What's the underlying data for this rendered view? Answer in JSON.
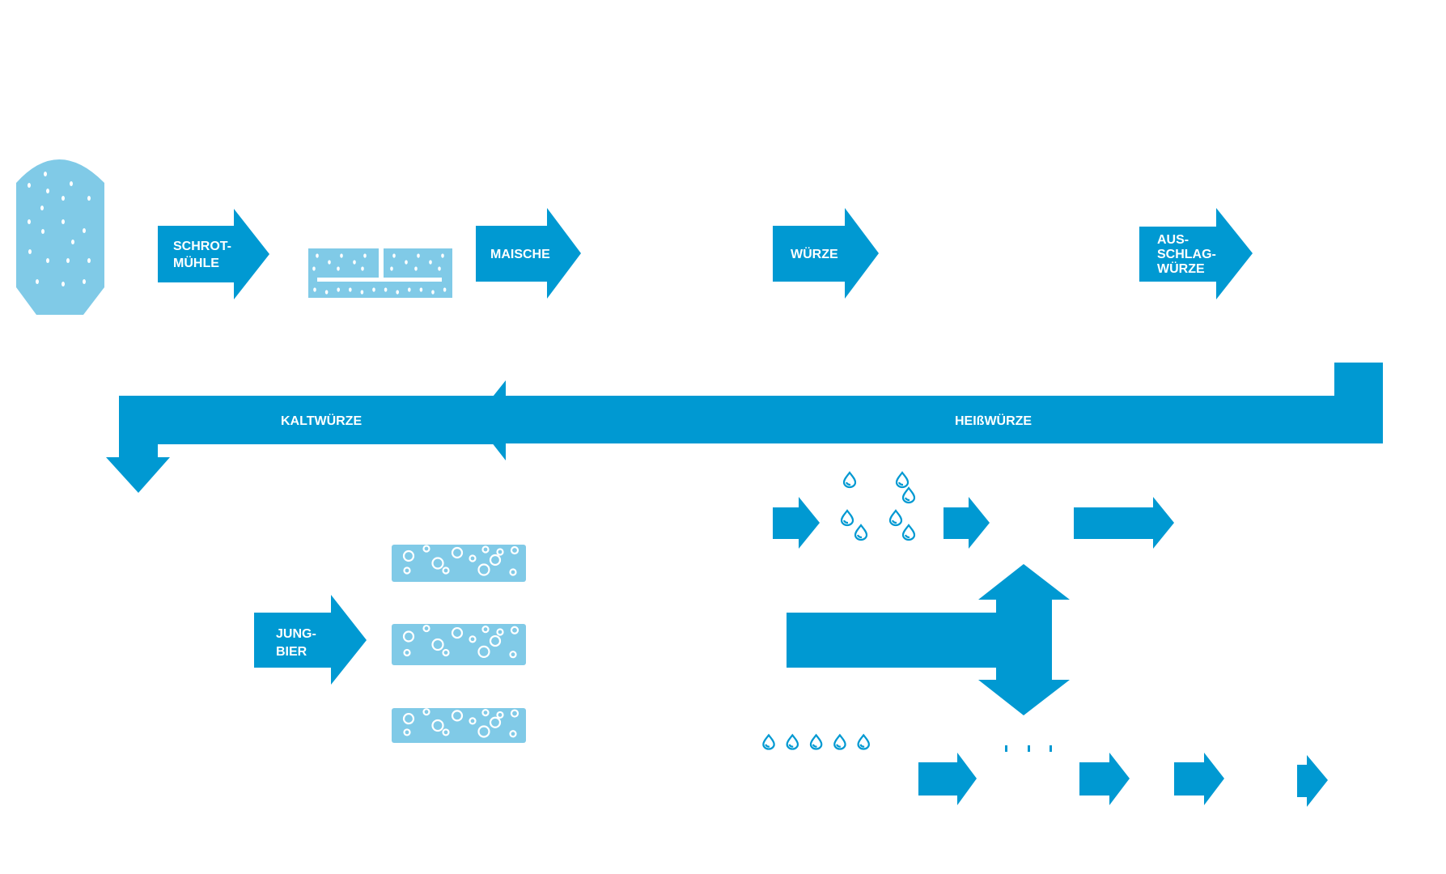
{
  "diagram": {
    "title": "",
    "colors": {
      "primary": "#0099d2",
      "light": "#80cae7",
      "background": "#ffffff"
    },
    "labels": {
      "schrotmuehle": [
        "SCHROT-",
        "MÜHLE"
      ],
      "maische": [
        "MAISCHE"
      ],
      "wuerze": [
        "WÜRZE"
      ],
      "ausschlagwuerze": [
        "AUS-",
        "SCHLAG-",
        "WÜRZE"
      ],
      "heisswuerze": [
        "HEIßWÜRZE"
      ],
      "kaltwuerze": [
        "KALTWÜRZE"
      ],
      "jungbier": [
        "JUNG-",
        "BIER"
      ]
    },
    "icons": {
      "malt_silo": "grain-silo-icon",
      "mash_tun": "lauter-tun-icon",
      "fermentation_tanks": [
        "fermentation-tank-icon",
        "fermentation-tank-icon",
        "fermentation-tank-icon"
      ],
      "cooling_droplets": "water-droplet-icon",
      "ellipsis": "ellipsis-icon"
    },
    "droplet_row_count": 5,
    "droplet_cluster_count": 7,
    "fermentation_tank_count": 3
  }
}
